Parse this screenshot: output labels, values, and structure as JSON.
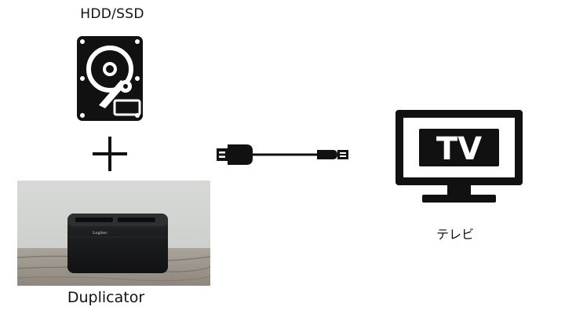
{
  "labels": {
    "hdd": "HDD/SSD",
    "duplicator": "Duplicator",
    "tv": "テレビ"
  },
  "tv_screen_text": "TV",
  "device_brand": "Logitec",
  "icons": {
    "hdd": "hard-drive-icon",
    "plus": "plus-icon",
    "cable": "hdmi-cable-icon",
    "tv": "television-icon"
  },
  "colors": {
    "icon": "#111111",
    "background": "#ffffff"
  }
}
